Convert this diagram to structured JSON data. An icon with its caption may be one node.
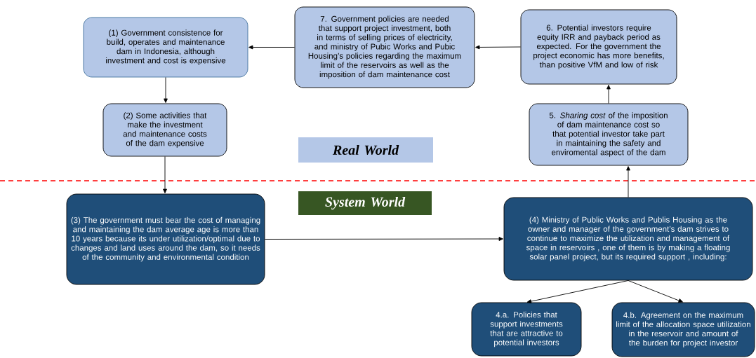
{
  "diagram": {
    "nodes": [
      {
        "text": [
          "(1) Government consistence for build, operates and maintenance dam in Indonesia, although investment and cost is expensive"
        ]
      },
      {
        "text": [
          "7. Government policies are needed that support project investment, both in terms of selling prices of electricity, and ministry of Pubic Works and Pubic Housing’s policies regarding the maximum limit of the reservoirs as well as the imposition of dam maintenance cost"
        ]
      },
      {
        "text": [
          "6. Potential investors require equity IRR and payback period as expected. For the government the project economic has more benefits, than positive VfM and low of risk"
        ]
      },
      {
        "text": [
          "(2) Some activities that make the investment and maintenance costs of the dam expensive"
        ]
      },
      {
        "text": [
          "Real World"
        ]
      },
      {
        "text": [
          "5. *Sharing cost* of the imposition of dam maintenance cost so that potential investor take part in maintaining the safety and enviromental aspect of the dam"
        ]
      },
      {
        "text": [
          "System World"
        ]
      },
      {
        "text": [
          "(3) The government must bear the cost of managing and maintaining the dam average age is more than 10 years because its under utilization/optimal due to changes and land uses around the dam, so it needs of the community and environmental condition"
        ]
      },
      {
        "text": [
          "(4) Ministry of Public Works and Publis Housing as the owner and manager of the government’s dam strives to continue to maximize the utilization and management of space in reservoirs , one of them is by making a floating solar panel project, but its required support , including:"
        ]
      },
      {
        "text": [
          "4.a. Policies that support investments that are attractive to potential investors"
        ]
      },
      {
        "text": [
          "4.b. Agreement on the maximum limit of the allocation space utilization in the reservoir and amount of the burden for project investor"
        ]
      }
    ],
    "edges": [
      {
        "from": 0,
        "to": 3,
        "arrow": "to"
      },
      {
        "from": 3,
        "to": 7,
        "arrow": "to"
      },
      {
        "from": 7,
        "to": 8,
        "arrow": "to"
      },
      {
        "from": 8,
        "to": 5,
        "arrow": "to"
      },
      {
        "from": 5,
        "to": 2,
        "arrow": "to"
      },
      {
        "from": 2,
        "to": 1,
        "arrow": "to"
      },
      {
        "from": 1,
        "to": 0,
        "arrow": "to"
      },
      {
        "from": 8,
        "to": 9,
        "arrow": "to"
      },
      {
        "from": 8,
        "to": 10,
        "arrow": "to"
      }
    ]
  }
}
